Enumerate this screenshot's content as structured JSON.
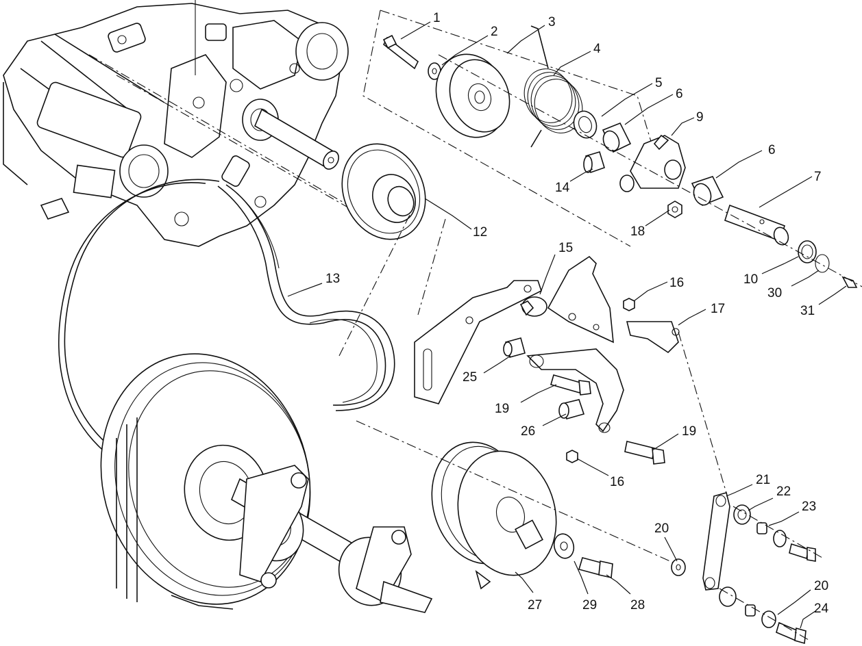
{
  "callouts": [
    "1",
    "2",
    "3",
    "4",
    "5",
    "6",
    "6",
    "9",
    "7",
    "14",
    "18",
    "12",
    "15",
    "16",
    "17",
    "10",
    "30",
    "31",
    "13",
    "25",
    "19",
    "26",
    "19",
    "16",
    "21",
    "22",
    "23",
    "20",
    "20",
    "24",
    "27",
    "29",
    "28"
  ]
}
